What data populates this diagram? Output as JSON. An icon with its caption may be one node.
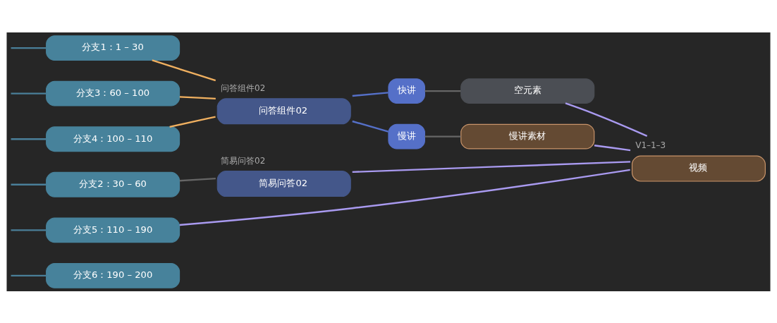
{
  "diagram": {
    "nodes": [
      {
        "text": [
          "分支1：1 – 30"
        ]
      },
      {
        "text": [
          "分支3：60 – 100"
        ]
      },
      {
        "text": [
          "分支4：100 – 110"
        ]
      },
      {
        "text": [
          "分支2：30 – 60"
        ]
      },
      {
        "text": [
          "分支5：110 – 190"
        ]
      },
      {
        "text": [
          "分支6：190 – 200"
        ]
      },
      {
        "text": [
          "问答组件02",
          "问答组件02"
        ]
      },
      {
        "text": [
          "简易问答02",
          "简易问答02"
        ]
      },
      {
        "text": [
          "快讲"
        ]
      },
      {
        "text": [
          "慢讲"
        ]
      },
      {
        "text": [
          "空元素"
        ]
      },
      {
        "text": [
          "慢讲素材"
        ]
      },
      {
        "text": [
          "V1–1–3",
          "视频"
        ]
      }
    ],
    "edges": [
      {
        "from": null,
        "to": 0,
        "arrow": "none",
        "color": "#4a7f99"
      },
      {
        "from": null,
        "to": 1,
        "arrow": "none",
        "color": "#4a7f99"
      },
      {
        "from": null,
        "to": 2,
        "arrow": "none",
        "color": "#4a7f99"
      },
      {
        "from": null,
        "to": 3,
        "arrow": "none",
        "color": "#4a7f99"
      },
      {
        "from": null,
        "to": 4,
        "arrow": "none",
        "color": "#4a7f99"
      },
      {
        "from": null,
        "to": 5,
        "arrow": "none",
        "color": "#4a7f99"
      },
      {
        "from": 0,
        "to": 6,
        "arrow": "none",
        "color": "#f0b060"
      },
      {
        "from": 1,
        "to": 6,
        "arrow": "none",
        "color": "#f0b060"
      },
      {
        "from": 2,
        "to": 6,
        "arrow": "none",
        "color": "#f0b060"
      },
      {
        "from": 3,
        "to": 7,
        "arrow": "none",
        "color": "#666666"
      },
      {
        "from": 6,
        "to": 8,
        "arrow": "none",
        "color": "#5570c8"
      },
      {
        "from": 6,
        "to": 9,
        "arrow": "none",
        "color": "#5570c8"
      },
      {
        "from": 8,
        "to": 10,
        "arrow": "none",
        "color": "#666666"
      },
      {
        "from": 9,
        "to": 11,
        "arrow": "none",
        "color": "#666666"
      },
      {
        "from": 10,
        "to": 12,
        "arrow": "none",
        "color": "#a99af0"
      },
      {
        "from": 4,
        "to": 12,
        "arrow": "none",
        "color": "#a99af0"
      },
      {
        "from": 11,
        "to": 12,
        "arrow": "none",
        "color": "#a99af0"
      },
      {
        "from": 7,
        "to": 12,
        "arrow": "none",
        "color": "#a99af0"
      }
    ]
  }
}
